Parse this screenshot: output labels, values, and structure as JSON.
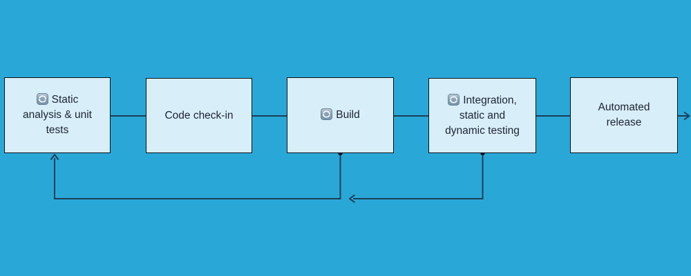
{
  "diagram": {
    "type": "flowchart",
    "nodes": [
      {
        "id": "static-analysis-unit-tests",
        "label": "Static analysis & unit tests",
        "icon": "loop-arrows-icon"
      },
      {
        "id": "code-check-in",
        "label": "Code check-in",
        "icon": null
      },
      {
        "id": "build",
        "label": "Build",
        "icon": "loop-arrows-icon"
      },
      {
        "id": "integration-static-dynamic-testing",
        "label": "Integration, static and dynamic testing",
        "icon": "loop-arrows-icon"
      },
      {
        "id": "automated-release",
        "label": "Automated release",
        "icon": null
      }
    ],
    "edges": [
      {
        "from": "static-analysis-unit-tests",
        "to": "code-check-in",
        "style": "plain-line"
      },
      {
        "from": "code-check-in",
        "to": "build",
        "style": "plain-line"
      },
      {
        "from": "build",
        "to": "integration-static-dynamic-testing",
        "style": "plain-line"
      },
      {
        "from": "integration-static-dynamic-testing",
        "to": "automated-release",
        "style": "plain-line"
      },
      {
        "from": "automated-release",
        "to": "offscreen-right",
        "style": "arrow"
      },
      {
        "from": "build",
        "to": "static-analysis-unit-tests",
        "style": "feedback-arrow-bottom"
      },
      {
        "from": "integration-static-dynamic-testing",
        "to": "feedback-line",
        "style": "feedback-arrow-bottom"
      }
    ]
  },
  "colors": {
    "bg": "#29A8D8",
    "nodeFill": "#D8EEF8",
    "nodeBorder": "#0B1016",
    "line": "#1A3E55",
    "text": "#1C2430"
  }
}
